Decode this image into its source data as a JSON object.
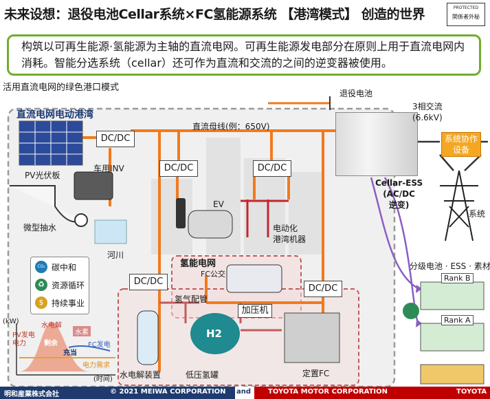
{
  "title": "未来设想：退役电池Cellar系统×FC氢能源系统 【港湾模式】 创造的世界",
  "protected": {
    "line1": "PROTECTED",
    "line2": "関係者外秘"
  },
  "intro": "构筑以可再生能源·氢能源为主轴的直流电网。可再生能源发电部分在原则上用于直流电网内消耗。智能分选系统（cellar）还可作为直流和交流的之间的逆变器被使用。",
  "subtitle": "活用直流电网的绿色港口模式",
  "zone_title": "直流电网电动港湾",
  "dc_bus": "直流母线(例：650V)",
  "dcdc": "DC/DC",
  "labels": {
    "retired_battery": "退役电池",
    "pv": "PV光伏板",
    "vehicle_inv": "车用INV",
    "micro_hydro": "微型抽水",
    "river": "河川",
    "ev": "EV",
    "port_machine": "电动化\n港湾机器",
    "h2_grid": "氢能电网",
    "fc_bus": "FC公交",
    "h2_pipe": "氢气配管",
    "compressor": "加压机",
    "electrolyzer": "水电解装置",
    "tank": "低压氢罐",
    "fc_stationary": "定置FC",
    "cellar": "Cellar-ESS\n(AC/DC\n逆变)",
    "three_phase": "3相交流\n(6.6kV)",
    "coop": "系统协作\n设备",
    "grid": "系统",
    "grading": "分级电池 · ESS · 素材",
    "rank_b": "Rank B",
    "rank_a": "Rank A",
    "h2_symbol": "H2"
  },
  "legend": [
    {
      "icon": "co2-icon",
      "label": "碳中和"
    },
    {
      "icon": "recycle-icon",
      "label": "资源循环"
    },
    {
      "icon": "money-bag-icon",
      "label": "持续事业"
    }
  ],
  "graph": {
    "y_unit": "(kW)",
    "x_unit": "(时间)",
    "pv_gen": "PV发电\n电力",
    "surplus": "剩余",
    "electrolysis": "水电解",
    "hydrogen": "水素",
    "fc_gen": "FC发电",
    "charge": "充当",
    "demand": "电力需求"
  },
  "footer": {
    "meiwa": "明和産業株式会社",
    "copyright": "© 2021 MEIWA CORPORATION",
    "and": "and",
    "toyota_corp": "TOYOTA MOTOR CORPORATION",
    "toyota": "TOYOTA"
  },
  "colors": {
    "bus": "#f07a1e",
    "h2": "#c25a5a",
    "accent_green": "#6fae2e",
    "navy": "#1e3a6e",
    "red": "#c00000"
  }
}
